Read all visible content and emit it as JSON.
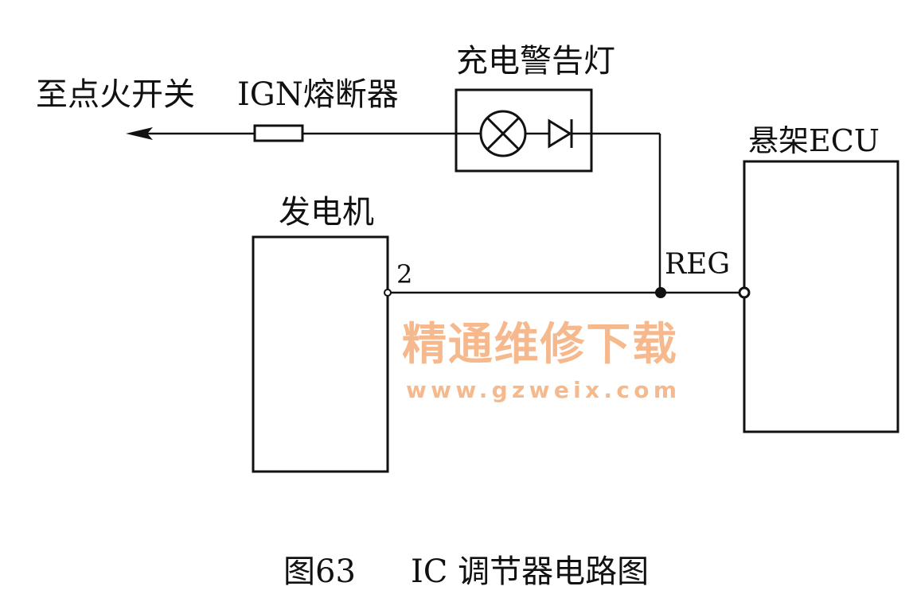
{
  "labels": {
    "to_ignition_switch": "至点火开关",
    "ign_fuse": "IGN熔断器",
    "charge_warning_lamp": "充电警告灯",
    "suspension_ecu": "悬架ECU",
    "generator": "发电机",
    "generator_pin": "2",
    "reg_terminal": "REG"
  },
  "caption": {
    "figure_number": "图63",
    "title": "IC 调节器电路图"
  },
  "watermark": {
    "text": "精通维修下载",
    "url": "www.gzweix.com"
  }
}
